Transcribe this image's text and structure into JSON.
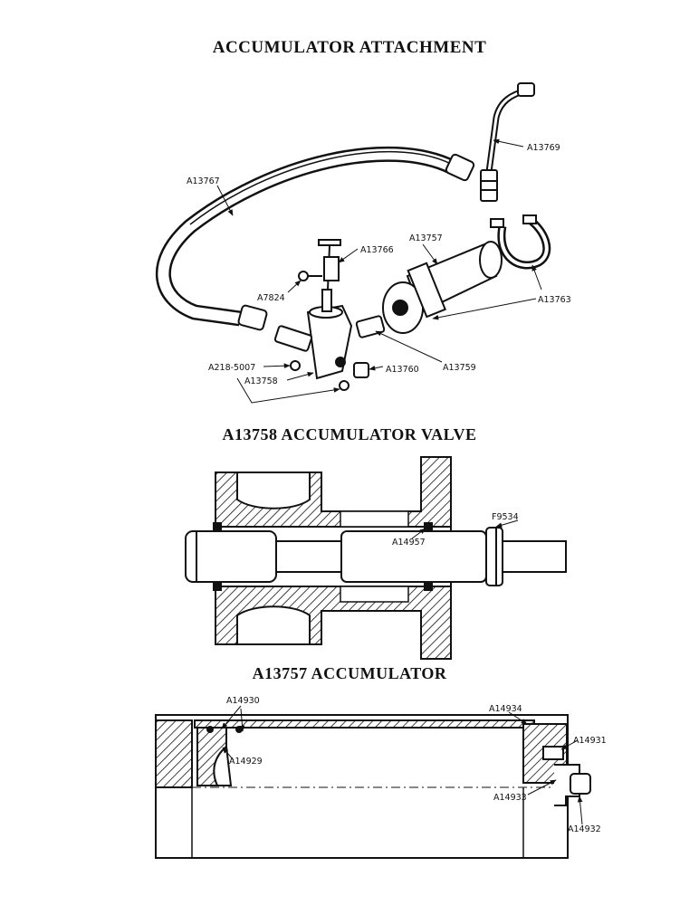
{
  "titles": {
    "attachment": "ACCUMULATOR ATTACHMENT",
    "valve": "A13758 ACCUMULATOR VALVE",
    "accumulator": "A13757 ACCUMULATOR"
  },
  "attachment_labels": {
    "hose": "A13767",
    "tube": "A13769",
    "pin": "A13766",
    "accumulator": "A13757",
    "washer": "A7824",
    "clamp": "A13763",
    "orings": "A218-5007",
    "fitting": "A13759",
    "plug": "A13760",
    "valve": "A13758"
  },
  "valve_labels": {
    "snap_ring": "F9534",
    "oring": "A14957"
  },
  "accumulator_labels": {
    "a14930": "A14930",
    "a14934": "A14934",
    "a14929": "A14929",
    "a14931": "A14931",
    "a14933": "A14933",
    "a14932": "A14932"
  }
}
